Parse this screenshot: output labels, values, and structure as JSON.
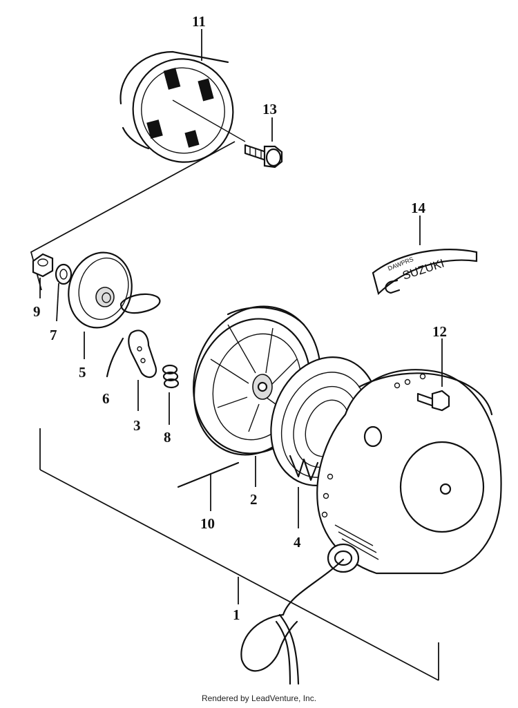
{
  "callouts": {
    "c1": "1",
    "c2": "2",
    "c3": "3",
    "c4": "4",
    "c5": "5",
    "c6": "6",
    "c7": "7",
    "c8": "8",
    "c9": "9",
    "c10": "10",
    "c11": "11",
    "c12": "12",
    "c13": "13",
    "c14": "14"
  },
  "decal": {
    "brand": "SUZUKI",
    "small": "DAWPRS"
  },
  "credit": "Rendered by LeadVenture, Inc.",
  "colors": {
    "ink": "#111111",
    "paper": "#ffffff"
  }
}
